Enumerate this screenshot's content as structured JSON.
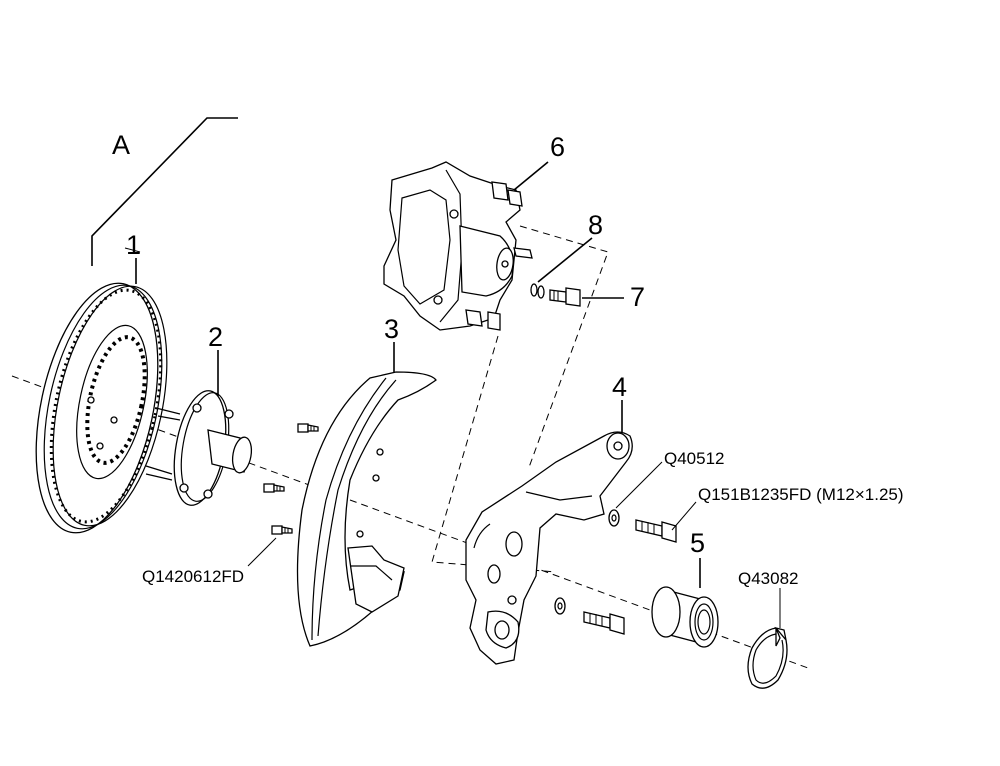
{
  "callouts": {
    "group_a": "A",
    "n1": "1",
    "n2": "2",
    "n3": "3",
    "n4": "4",
    "n5": "5",
    "n6": "6",
    "n7": "7",
    "n8": "8"
  },
  "part_codes": {
    "hub_bolt": "Q1420612FD",
    "washer": "Q40512",
    "knuckle_bolt": "Q151B1235FD (M12×1.25)",
    "snap_ring": "Q43082"
  },
  "icons": {
    "disc": "brake-disc-icon",
    "hub": "wheel-hub-icon",
    "shield": "dust-shield-icon",
    "knuckle": "steering-knuckle-icon",
    "bearing": "wheel-bearing-icon",
    "caliper": "brake-caliper-icon",
    "bleeder": "bleeder-screw-icon",
    "gasket": "washer-gasket-icon",
    "snap_ring": "snap-ring-icon"
  }
}
